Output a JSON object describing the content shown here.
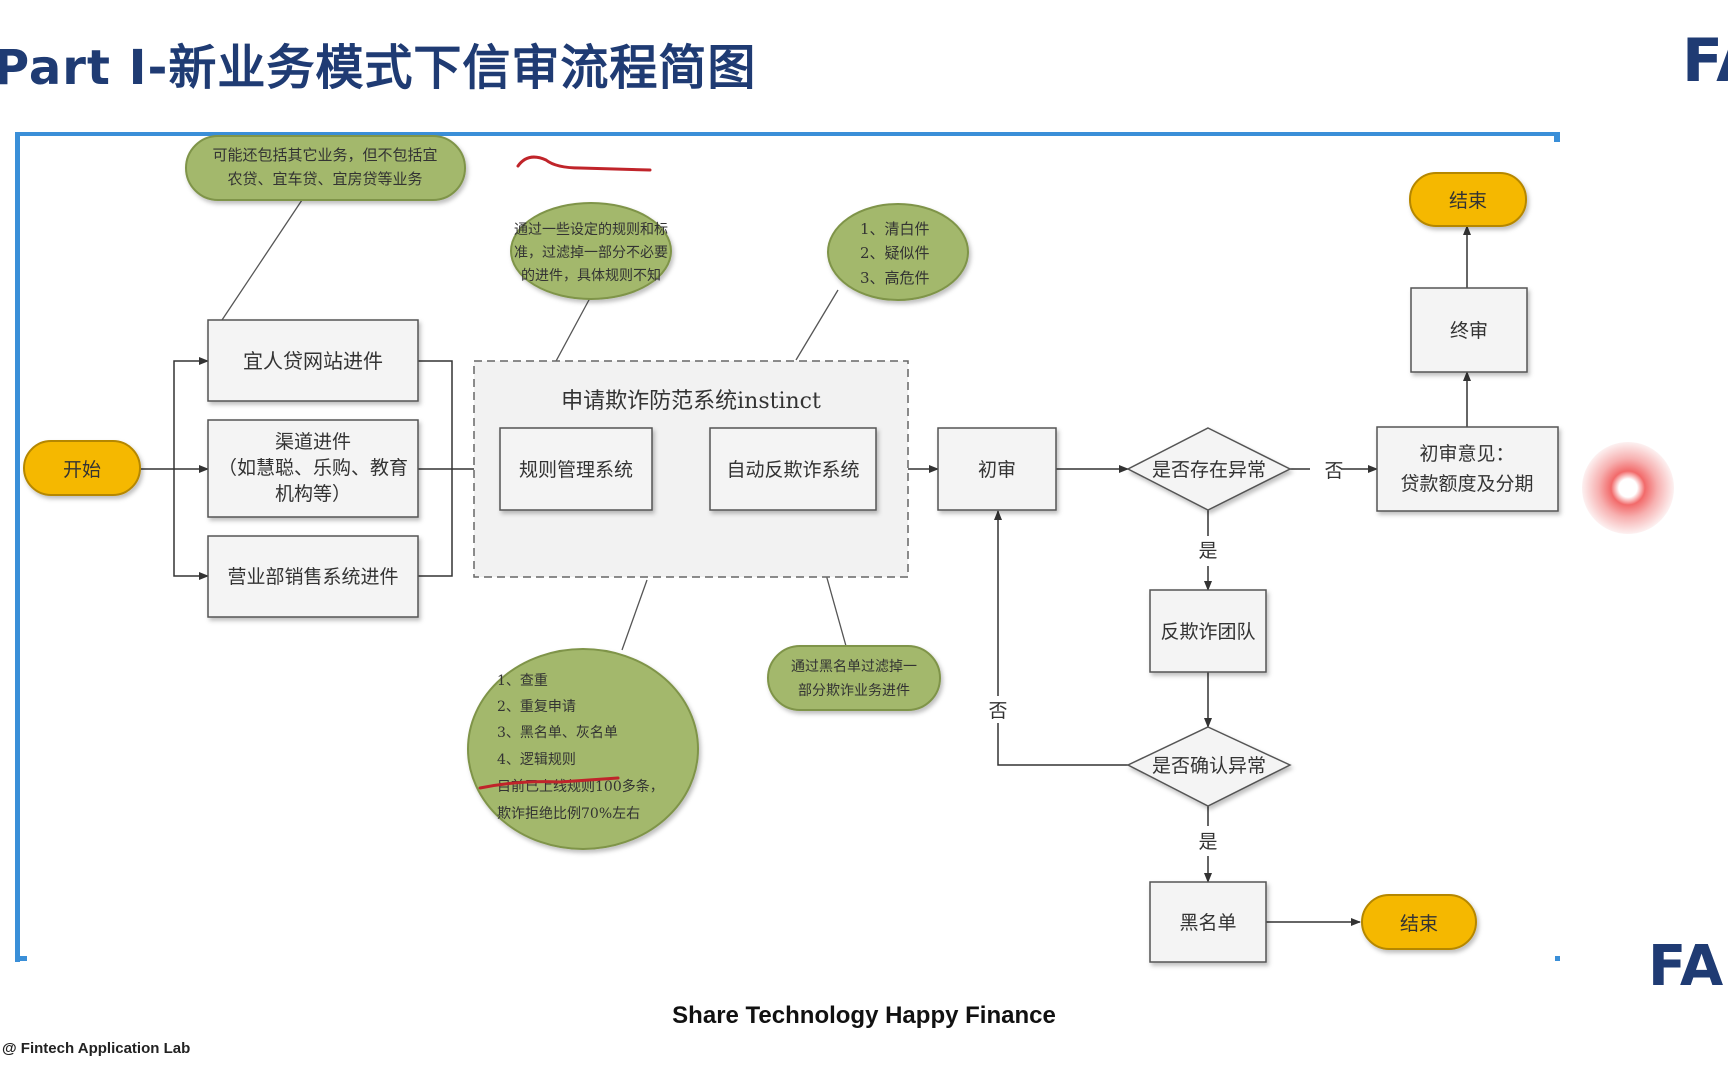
{
  "slide": {
    "title": "Part I-新业务模式下信审流程简图",
    "logo_text": "FA",
    "footer": "Share Technology Happy Finance",
    "copyright": "@ Fintech Application Lab"
  },
  "colors": {
    "frame": "#3a8fd8",
    "title": "#1f3b73",
    "start_end_fill": "#f5b800",
    "note_fill": "#a3b86c",
    "box_fill": "#f4f4f4",
    "annotation_red": "#c0242a"
  },
  "diagram": {
    "start": "开始",
    "end_top": "结束",
    "end_bottom": "结束",
    "entry_website": "宜人贷网站进件",
    "entry_channel": [
      "渠道进件",
      "（如慧聪、乐购、教育",
      "机构等）"
    ],
    "entry_sales": "营业部销售系统进件",
    "fraud_system_label": "申请欺诈防范系统instinct",
    "rule_mgmt": "规则管理系统",
    "auto_antifraud": "自动反欺诈系统",
    "first_review": "初审",
    "decision_abnormal": "是否存在异常",
    "first_opinion": [
      "初审意见：",
      "贷款额度及分期"
    ],
    "final_review": "终审",
    "antifraud_team": "反欺诈团队",
    "decision_confirm": "是否确认异常",
    "blacklist": "黑名单",
    "label_no_1": "否",
    "label_yes_1": "是",
    "label_no_2": "否",
    "label_yes_2": "是",
    "note_business": [
      "可能还包括其它业务，但不包括宜",
      "农贷、宜车贷、宜房贷等业务"
    ],
    "note_rules": [
      "通过一些设定的规则和标",
      "准，过滤掉一部分不必要",
      "的进件，具体规则不知"
    ],
    "note_levels": [
      "1、清白件",
      "2、疑似件",
      "3、高危件"
    ],
    "note_checks": [
      "1、查重",
      "2、重复申请",
      "3、黑名单、灰名单",
      "4、逻辑规则",
      "目前已上线规则100多条，",
      "欺诈拒绝比例70%左右"
    ],
    "note_blacklist": [
      "通过黑名单过滤掉一",
      "部分欺诈业务进件"
    ]
  }
}
